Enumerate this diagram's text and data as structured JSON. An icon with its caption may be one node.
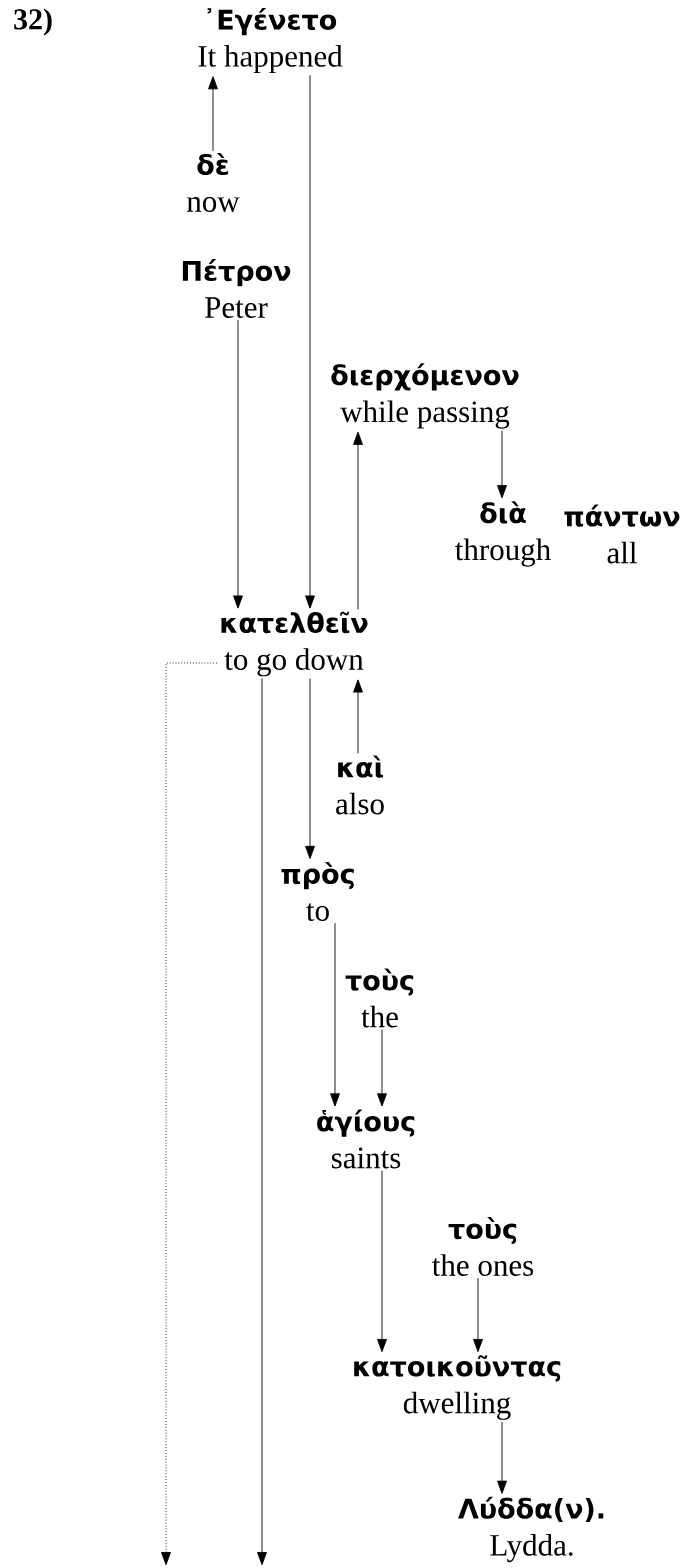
{
  "diagram": {
    "nodes": [
      {
        "text": [
          "᾿Εγένετο",
          "It happened"
        ]
      },
      {
        "text": [
          "δὲ",
          "now"
        ]
      },
      {
        "text": [
          "Πέτρον",
          "Peter"
        ]
      },
      {
        "text": [
          "διερχόμενον",
          "while passing"
        ]
      },
      {
        "text": [
          "διὰ",
          "through"
        ]
      },
      {
        "text": [
          "πάντων",
          "all"
        ]
      },
      {
        "text": [
          "κατελθεῖν",
          "to go down"
        ]
      },
      {
        "text": [
          "καὶ",
          "also"
        ]
      },
      {
        "text": [
          "πρὸς",
          "to"
        ]
      },
      {
        "text": [
          "τοὺς",
          "the"
        ]
      },
      {
        "text": [
          "ἁγίους",
          "saints"
        ]
      },
      {
        "text": [
          "τοὺς",
          "the ones"
        ]
      },
      {
        "text": [
          "κατοικοῦντας",
          "dwelling"
        ]
      },
      {
        "text": [
          "Λύδδα(ν).",
          "Lydda."
        ]
      }
    ],
    "edges": [
      {
        "from": 1,
        "to": 0,
        "arrow": "to"
      },
      {
        "from": 0,
        "to": 6,
        "arrow": "to"
      },
      {
        "from": 2,
        "to": 6,
        "arrow": "to"
      },
      {
        "from": 6,
        "to": 3,
        "arrow": "to"
      },
      {
        "from": 3,
        "to": 4,
        "arrow": "to"
      },
      {
        "from": 7,
        "to": 6,
        "arrow": "to"
      },
      {
        "from": 6,
        "to": 8,
        "arrow": "to"
      },
      {
        "from": 8,
        "to": 10,
        "arrow": "to"
      },
      {
        "from": 9,
        "to": 10,
        "arrow": "to"
      },
      {
        "from": 10,
        "to": 12,
        "arrow": "to"
      },
      {
        "from": 11,
        "to": 12,
        "arrow": "to"
      },
      {
        "from": 12,
        "to": 13,
        "arrow": "to"
      },
      {
        "from": 6,
        "to": null,
        "arrow": "to"
      },
      {
        "from": 6,
        "to": null,
        "arrow": "to",
        "style": "dashed"
      }
    ],
    "labels": [
      "32)"
    ]
  }
}
